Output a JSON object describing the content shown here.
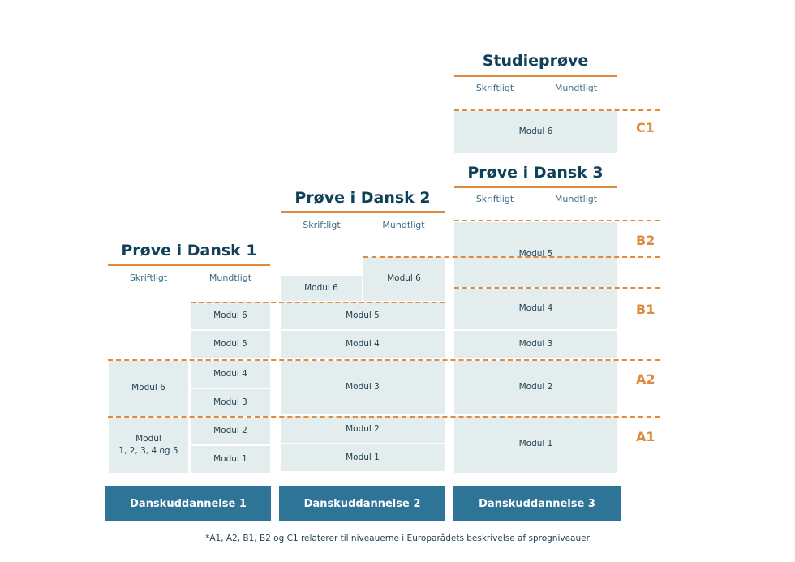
{
  "columns": {
    "pd1": {
      "title": "Prøve i Dansk 1",
      "written": "Skriftligt",
      "oral": "Mundtligt"
    },
    "pd2": {
      "title": "Prøve i Dansk 2",
      "written": "Skriftligt",
      "oral": "Mundtligt"
    },
    "pd3": {
      "title": "Prøve i Dansk 3",
      "written": "Skriftligt",
      "oral": "Mundtligt"
    },
    "study": {
      "title": "Studieprøve",
      "written": "Skriftligt",
      "oral": "Mundtligt"
    }
  },
  "modules": {
    "m1": "Modul 1",
    "m2": "Modul 2",
    "m3": "Modul 3",
    "m4": "Modul 4",
    "m5": "Modul 5",
    "m6": "Modul 6",
    "combined_line1": "Modul",
    "combined_line2": "1, 2, 3, 4 og 5"
  },
  "levels": {
    "a1": "A1",
    "a2": "A2",
    "b1": "B1",
    "b2": "B2",
    "c1": "C1"
  },
  "education": {
    "du1": "Danskuddannelse 1",
    "du2": "Danskuddannelse 2",
    "du3": "Danskuddannelse 3"
  },
  "footnote": "*A1, A2, B1, B2 og C1 relaterer til niveauerne i Europarådets beskrivelse af sprogniveauer",
  "colors": {
    "module_fill": "#e4eded",
    "accent_orange": "#e08a3e",
    "heading_navy": "#10415a",
    "base_blue": "#2e7497"
  }
}
